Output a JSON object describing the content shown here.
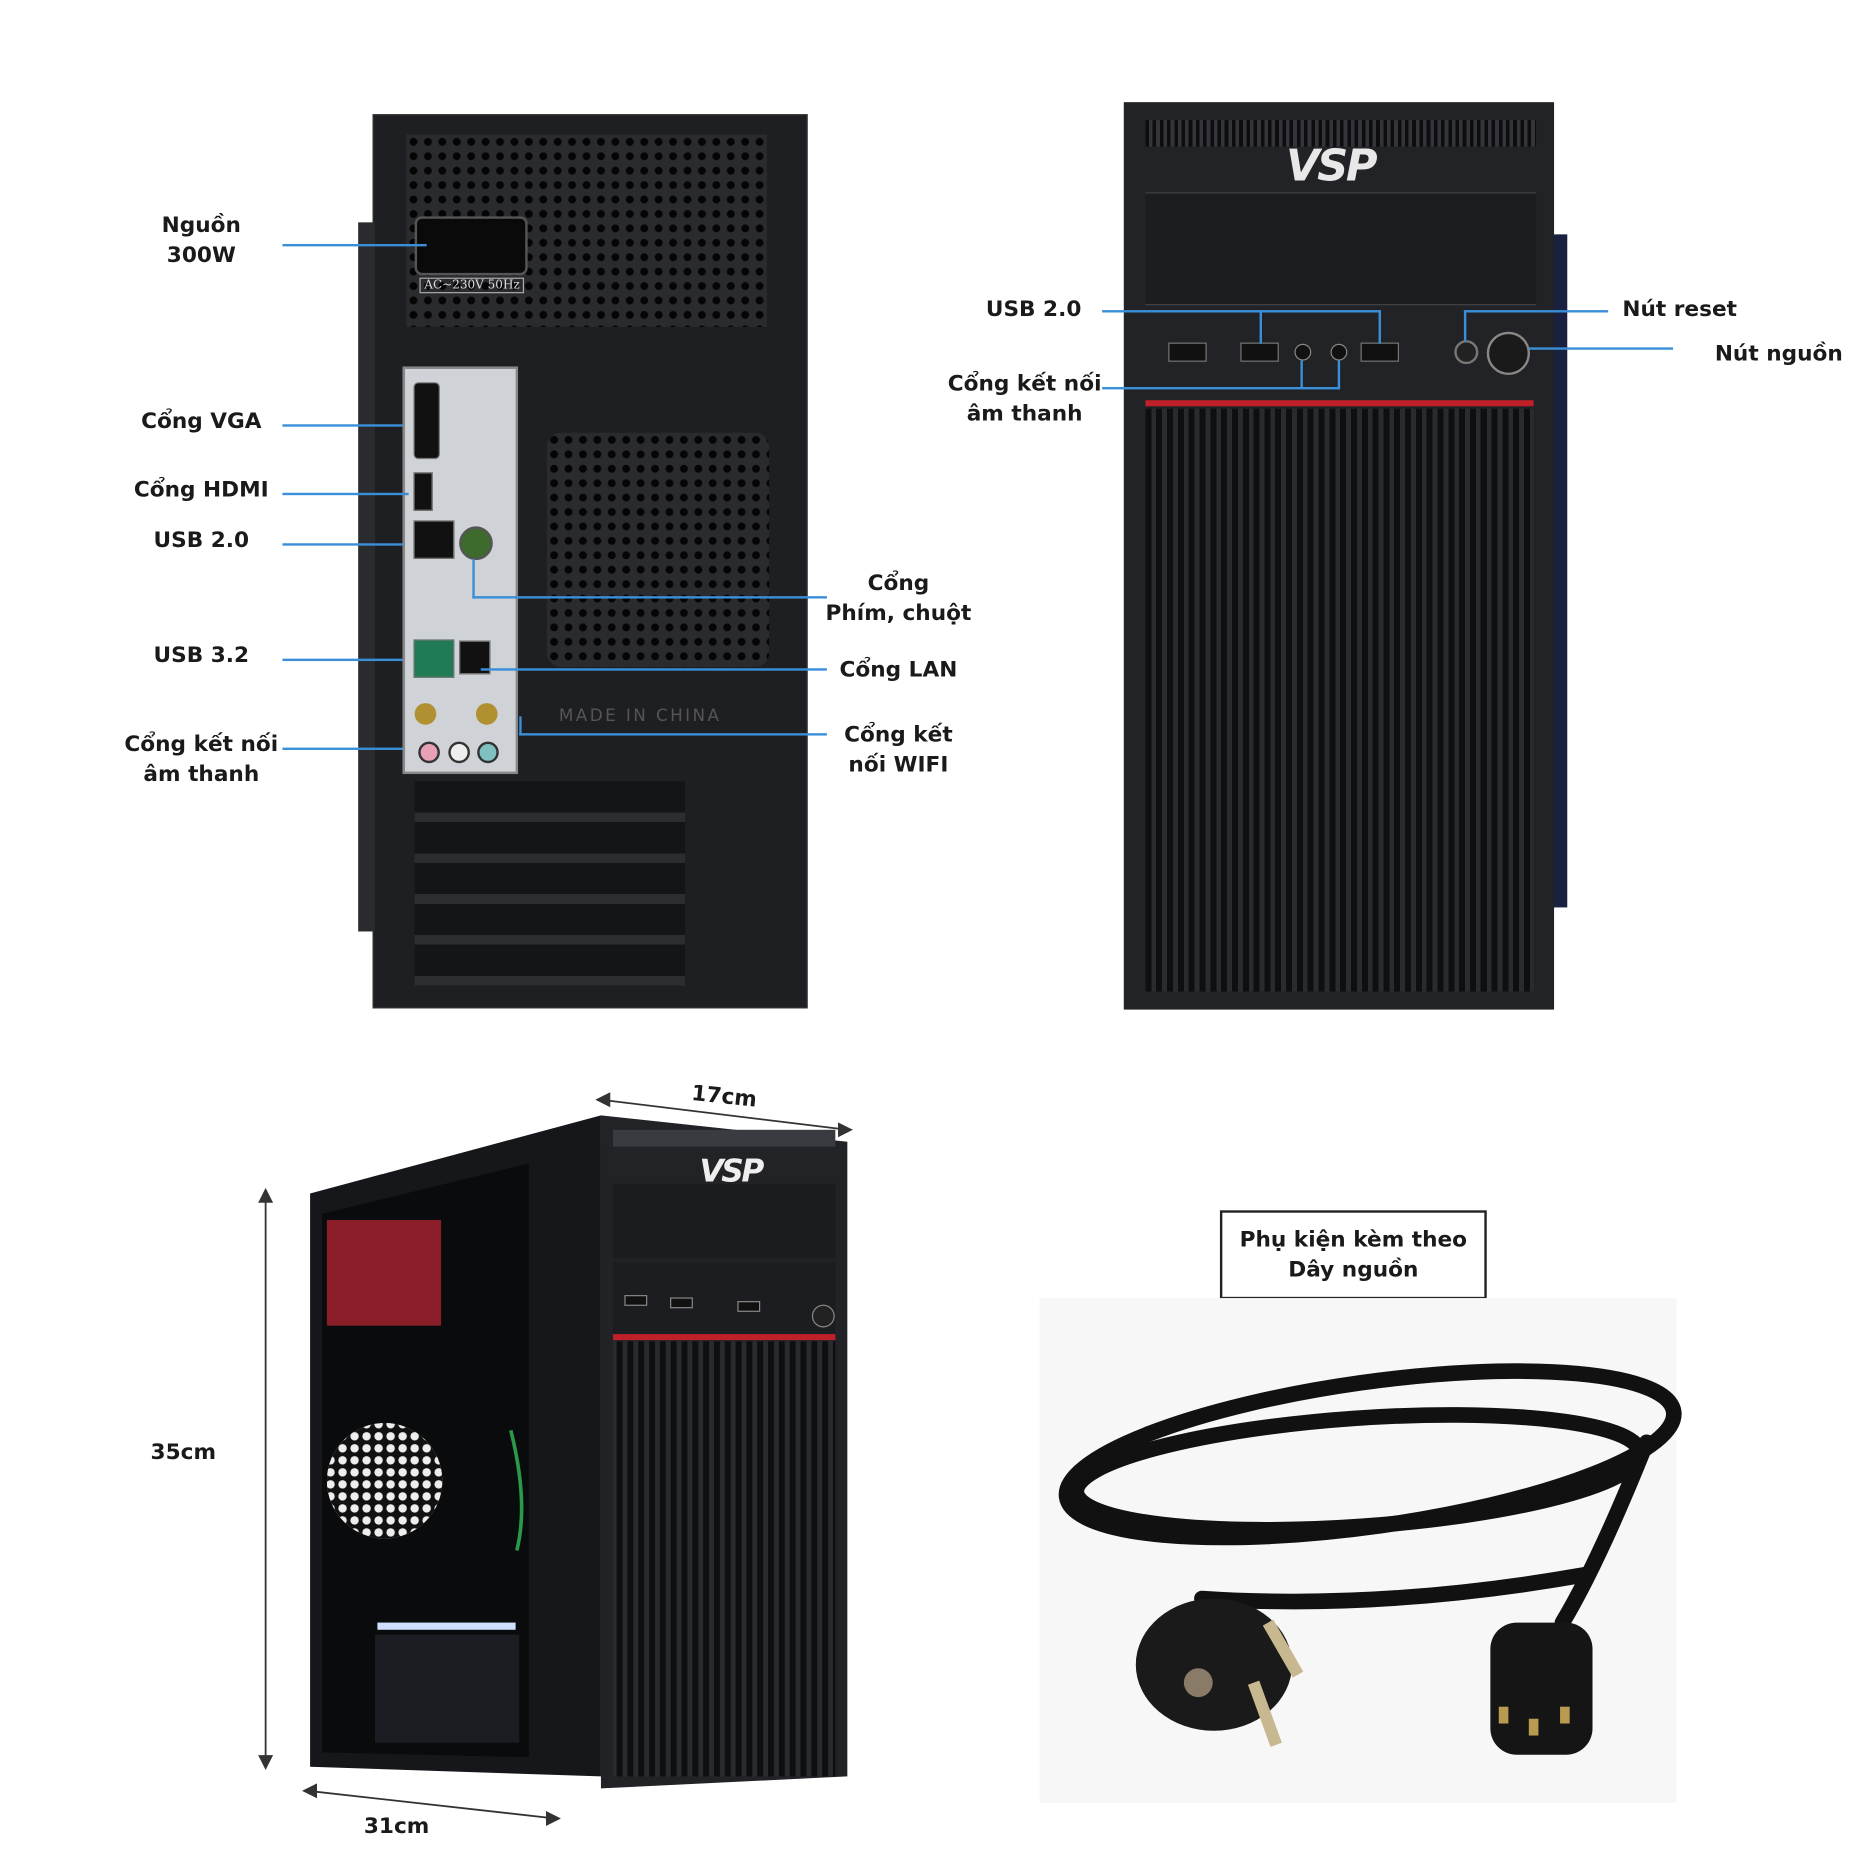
{
  "back_view": {
    "psu_rating_text": "AC~230V 50Hz",
    "io_shield_text": "MADE IN CHINA",
    "labels": {
      "power": "Nguồn\n300W",
      "vga": "Cổng VGA",
      "hdmi": "Cổng HDMI",
      "usb20": "USB 2.0",
      "usb32": "USB 3.2",
      "audio": "Cổng kết nối\nâm thanh",
      "ps2": "Cổng\nPhím, chuột",
      "lan": "Cổng LAN",
      "wifi": "Cổng kết\nnối WIFI"
    }
  },
  "front_view": {
    "brand": "VSP",
    "labels": {
      "usb20": "USB 2.0",
      "audio": "Cổng kết nối\nâm thanh",
      "reset": "Nút reset",
      "power": "Nút nguồn"
    }
  },
  "angle_view": {
    "brand": "VSP",
    "depth": "17cm",
    "height": "35cm",
    "length": "31cm"
  },
  "accessory": {
    "title_line1": "Phụ kiện kèm theo",
    "title_line2": "Dây nguồn"
  },
  "colors": {
    "callout_line": "#3a8fd8",
    "accent_red": "#c0202a",
    "case": "#1b1c1f"
  }
}
